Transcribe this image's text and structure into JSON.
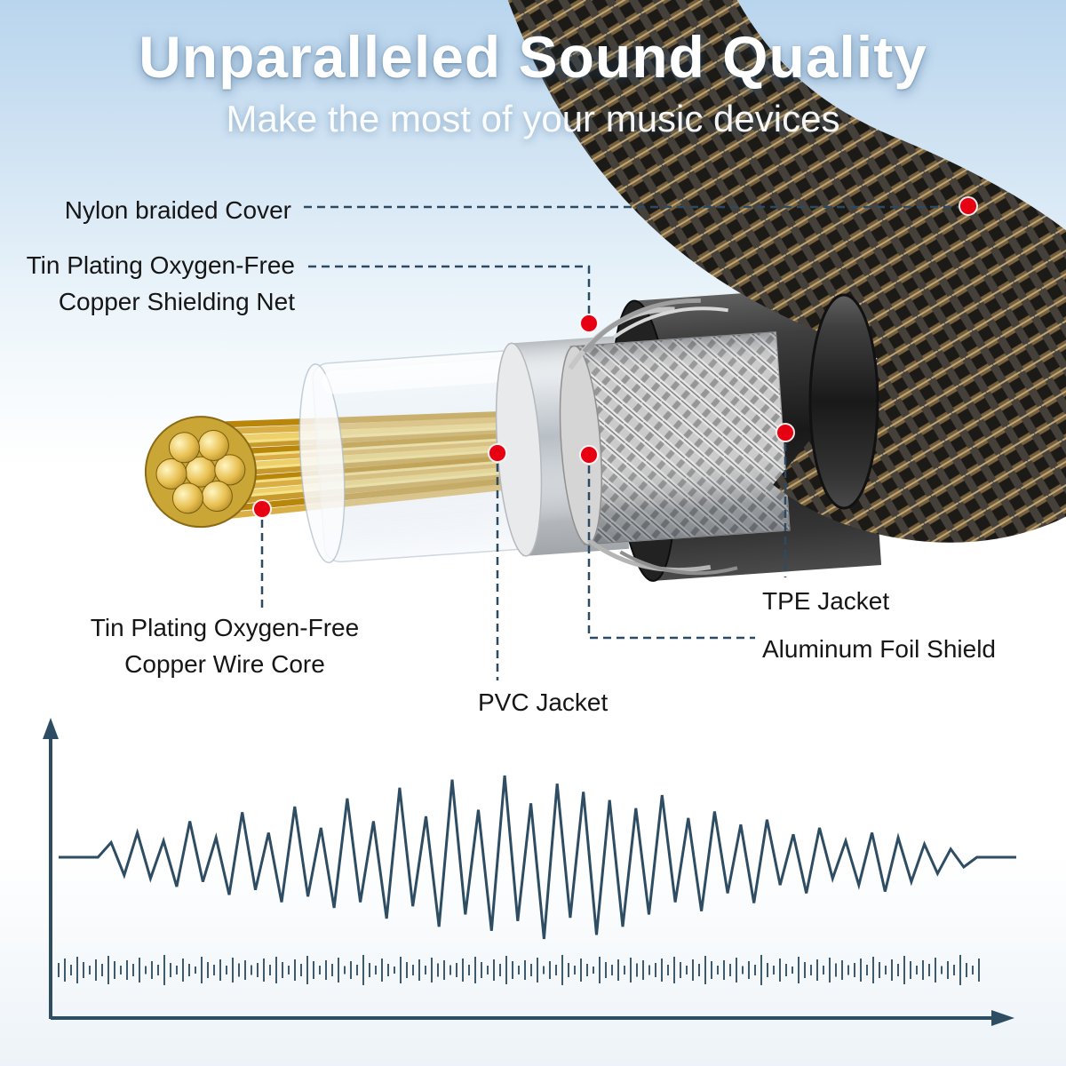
{
  "header": {
    "title": "Unparalleled Sound Quality",
    "subtitle": "Make the most of your music devices"
  },
  "callouts": {
    "nylon_cover": {
      "label": "Nylon braided Cover"
    },
    "shielding_net": {
      "line1": "Tin Plating Oxygen-Free",
      "line2": "Copper Shielding Net"
    },
    "wire_core": {
      "line1": "Tin Plating Oxygen-Free",
      "line2": "Copper Wire Core"
    },
    "pvc_jacket": {
      "label": "PVC Jacket"
    },
    "tpe_jacket": {
      "label": "TPE Jacket"
    },
    "foil_shield": {
      "label": "Aluminum Foil Shield"
    }
  },
  "colors": {
    "callout_line": "#2b4a63",
    "marker_red": "#e60012",
    "waveform": "#2e4d63",
    "title_text": "#ffffff",
    "copper_gold": "#d4a93f",
    "braid_brown": "#76603e",
    "tpe_black": "#1a1a1a",
    "shield_silver": "#cbcbcb"
  },
  "waveform": {
    "amplitudes": [
      0,
      0,
      0,
      0,
      0.18,
      -0.22,
      0.3,
      -0.26,
      0.2,
      -0.36,
      0.44,
      -0.3,
      0.24,
      -0.46,
      0.55,
      -0.4,
      0.3,
      -0.55,
      0.62,
      -0.48,
      0.36,
      -0.62,
      0.72,
      -0.55,
      0.44,
      -0.75,
      0.85,
      -0.6,
      0.5,
      -0.85,
      0.95,
      -0.7,
      0.58,
      -0.9,
      1.0,
      -0.78,
      0.66,
      -1.0,
      0.9,
      -0.74,
      0.8,
      -0.95,
      0.7,
      -0.85,
      0.6,
      -0.7,
      0.76,
      -0.55,
      0.48,
      -0.66,
      0.56,
      -0.44,
      0.4,
      -0.56,
      0.46,
      -0.34,
      0.28,
      -0.44,
      0.36,
      -0.26,
      0.2,
      -0.34,
      0.3,
      -0.42,
      0.24,
      -0.3,
      0.16,
      -0.2,
      0.1,
      -0.12,
      0,
      0,
      0,
      0
    ],
    "tick_pattern": [
      16,
      26,
      12,
      30,
      18,
      10,
      24,
      14,
      32,
      20,
      10,
      22,
      14,
      28,
      9,
      20,
      12,
      34,
      16,
      10,
      26,
      14,
      8,
      30,
      18,
      12,
      24,
      10,
      28,
      15,
      22,
      11
    ]
  }
}
